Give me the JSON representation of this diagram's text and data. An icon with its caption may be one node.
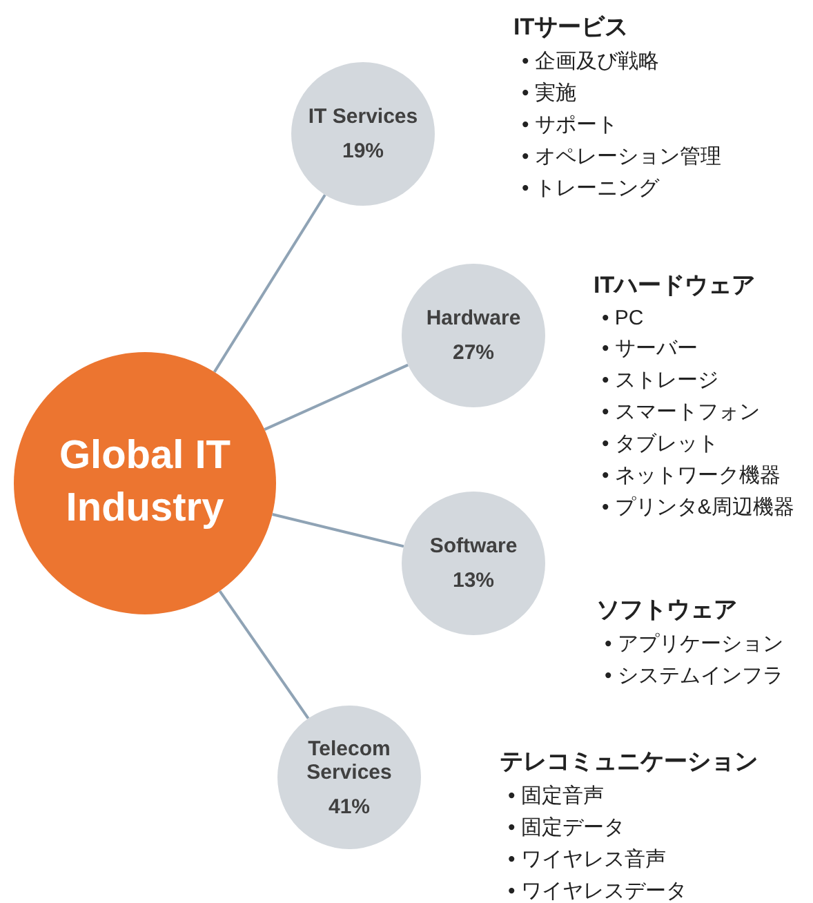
{
  "diagram": {
    "nodes": [
      {
        "text": [
          "Global IT Industry"
        ]
      },
      {
        "text": [
          "IT Services",
          "19%"
        ],
        "beside": [
          "ITサービス",
          "• 企画及び戦略",
          "• 実施",
          "• サポート",
          "• オペレーション管理",
          "• トレーニング"
        ]
      },
      {
        "text": [
          "Hardware",
          "27%"
        ],
        "beside": [
          "ITハードウェア",
          "• PC",
          "• サーバー",
          "• ストレージ",
          "• スマートフォン",
          "• タブレット",
          "• ネットワーク機器",
          "• プリンタ&周辺機器"
        ]
      },
      {
        "text": [
          "Software",
          "13%"
        ],
        "beside": [
          "ソフトウェア",
          "• アプリケーション",
          "• システムインフラ"
        ]
      },
      {
        "text": [
          "Telecom Services",
          "41%"
        ],
        "beside": [
          "テレコミュニケーション",
          "• 固定音声",
          "• 固定データ",
          "• ワイヤレス音声",
          "• ワイヤレスデータ"
        ]
      }
    ],
    "edges": [
      {
        "from": 0,
        "to": 1,
        "arrow": "none"
      },
      {
        "from": 0,
        "to": 2,
        "arrow": "none"
      },
      {
        "from": 0,
        "to": 3,
        "arrow": "none"
      },
      {
        "from": 0,
        "to": 4,
        "arrow": "none"
      }
    ]
  }
}
